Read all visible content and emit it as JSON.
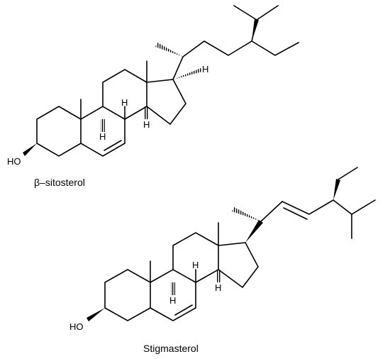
{
  "figure": {
    "molecules": [
      {
        "name": "β–sitosterol",
        "atom_labels": {
          "hydroxyl": "HO",
          "h1": "H",
          "h2": "H",
          "h3": "H",
          "h4": "H"
        }
      },
      {
        "name": "Stigmasterol",
        "atom_labels": {
          "hydroxyl": "HO",
          "h1": "H",
          "h2": "H",
          "h3": "H"
        }
      }
    ]
  }
}
